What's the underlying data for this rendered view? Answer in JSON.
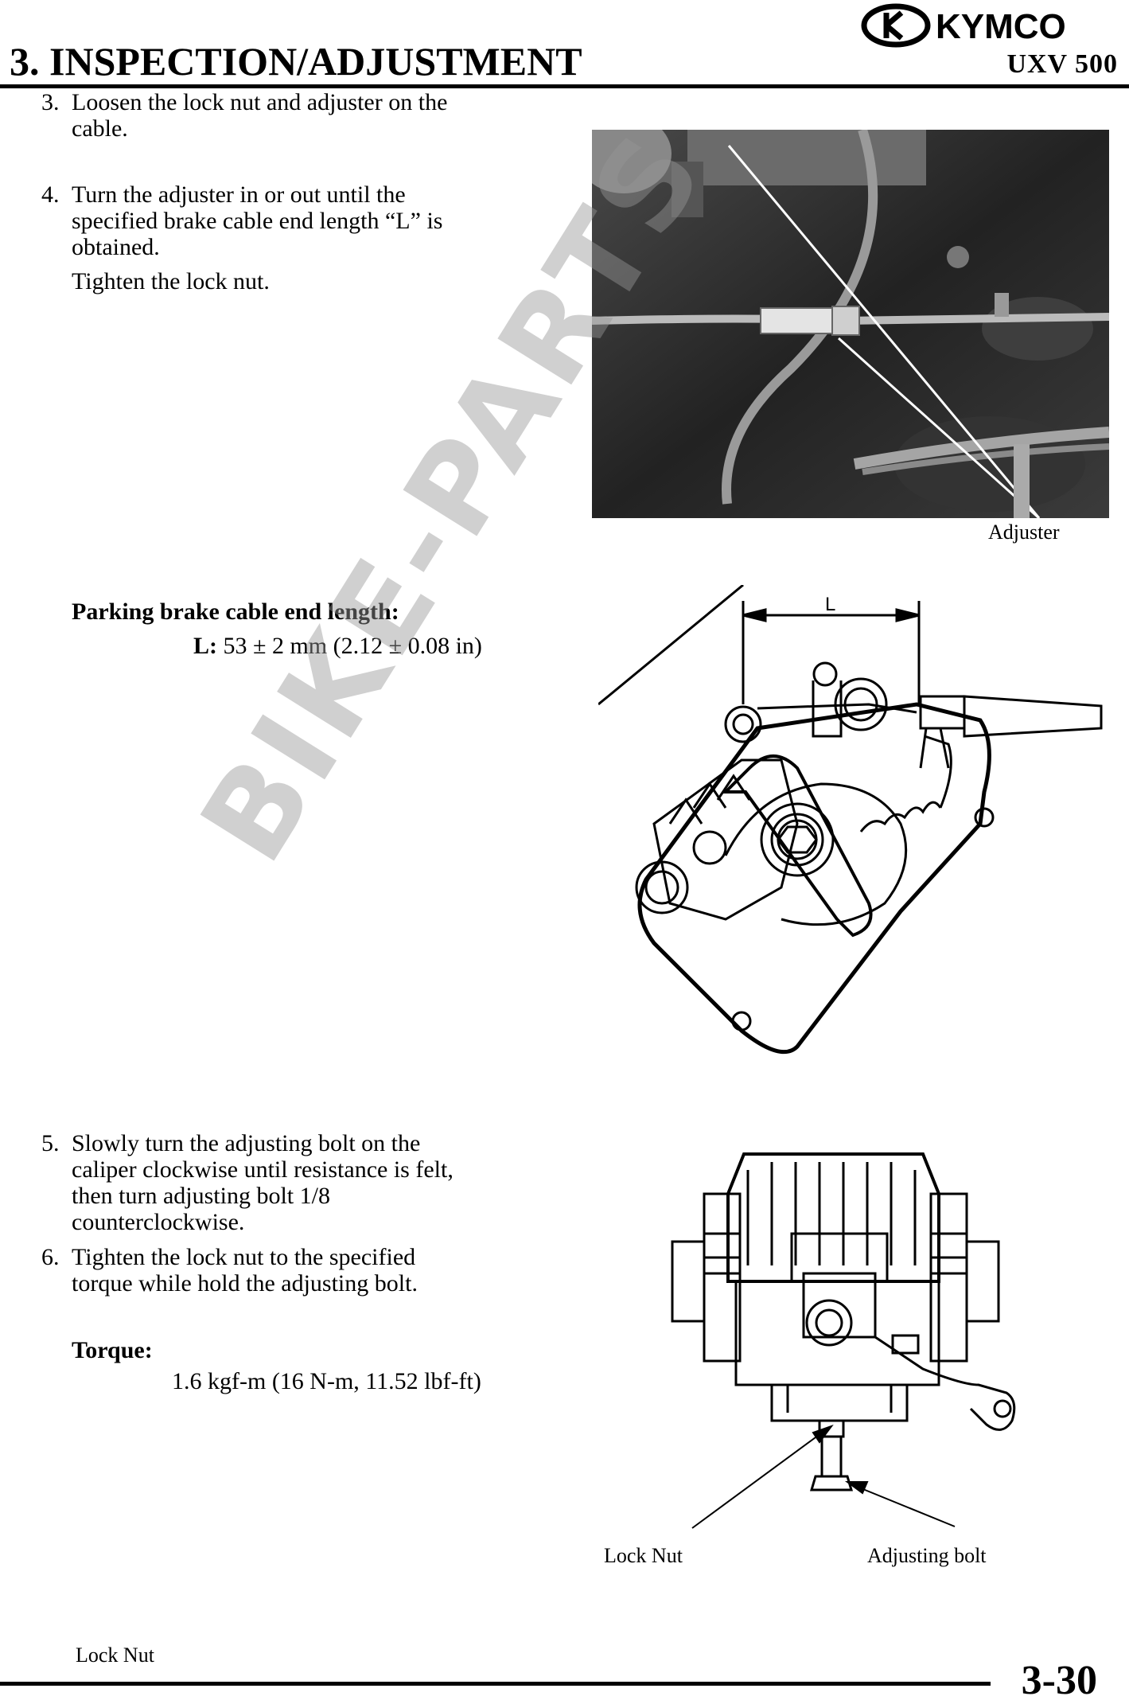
{
  "header": {
    "title": "3. INSPECTION/ADJUSTMENT",
    "model": "UXV 500",
    "brand": "KYMCO"
  },
  "steps_a": [
    {
      "num": "3.",
      "lines": [
        "Loosen the lock nut and adjuster on the",
        "cable."
      ]
    },
    {
      "num": "4.",
      "lines": [
        "Turn the adjuster in or out until the",
        "specified brake cable end length “L” is",
        "obtained."
      ]
    }
  ],
  "tighten_note": "Tighten the lock nut.",
  "photo_caption": "Adjuster",
  "spec": {
    "label": "Parking brake cable end length:",
    "value_key": "L:",
    "value": "53 ± 2 mm (2.12 ± 0.08 in)"
  },
  "diagram1": {
    "dimension_label": "L"
  },
  "steps_b": [
    {
      "num": "5.",
      "lines": [
        "Slowly turn the adjusting bolt on the",
        "caliper clockwise until resistance is felt,",
        "then turn adjusting bolt 1/8",
        "counterclockwise."
      ]
    },
    {
      "num": "6.",
      "lines": [
        "Tighten the lock nut to the specified",
        "torque while hold the adjusting bolt."
      ]
    }
  ],
  "torque": {
    "label": "Torque:",
    "value": "1.6 kgf-m (16 N-m, 11.52 lbf-ft)"
  },
  "diagram2": {
    "lock_nut_label": "Lock Nut",
    "adjusting_bolt_label": "Adjusting bolt"
  },
  "footer": {
    "stray_label": "Lock Nut",
    "page_number": "3-30"
  },
  "watermark": "BIKE-PARTS"
}
